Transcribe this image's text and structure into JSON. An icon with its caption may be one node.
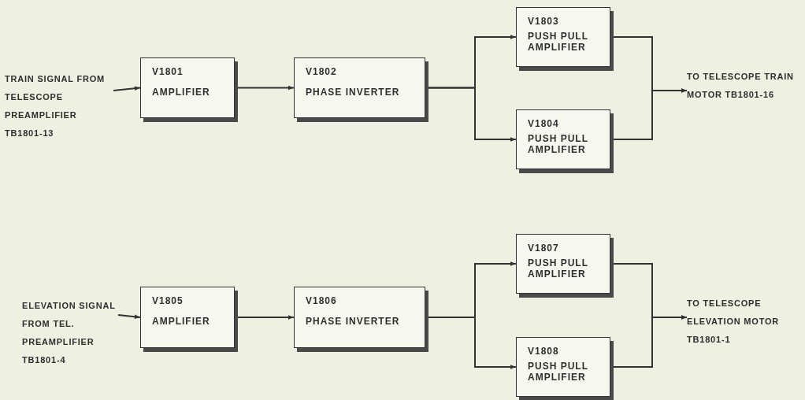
{
  "diagram": {
    "nodes": [
      {
        "text": [
          "TRAIN SIGNAL FROM TELESCOPE PREAMPLIFIER TB1801-13"
        ]
      },
      {
        "text": [
          "V1801",
          "AMPLIFIER"
        ]
      },
      {
        "text": [
          "V1802",
          "PHASE INVERTER"
        ]
      },
      {
        "text": [
          "V1803",
          "PUSH PULL AMPLIFIER"
        ]
      },
      {
        "text": [
          "V1804",
          "PUSH PULL AMPLIFIER"
        ]
      },
      {
        "text": [
          "TO TELESCOPE TRAIN MOTOR TB1801-16"
        ]
      },
      {
        "text": [
          "ELEVATION SIGNAL FROM TEL. PREAMPLIFIER TB1801-4"
        ]
      },
      {
        "text": [
          "V1805",
          "AMPLIFIER"
        ]
      },
      {
        "text": [
          "V1806",
          "PHASE INVERTER"
        ]
      },
      {
        "text": [
          "V1807",
          "PUSH PULL AMPLIFIER"
        ]
      },
      {
        "text": [
          "V1808",
          "PUSH PULL AMPLIFIER"
        ]
      },
      {
        "text": [
          "TO TELESCOPE ELEVATION MOTOR TB1801-1"
        ]
      }
    ],
    "edges": [
      {
        "from": 0,
        "to": 1,
        "arrow": "to"
      },
      {
        "from": 1,
        "to": 2,
        "arrow": "to"
      },
      {
        "from": 2,
        "to": 3,
        "arrow": "to"
      },
      {
        "from": 2,
        "to": 4,
        "arrow": "to"
      },
      {
        "from": 3,
        "to": 5,
        "arrow": "to"
      },
      {
        "from": 4,
        "to": 5,
        "arrow": "to"
      },
      {
        "from": 6,
        "to": 7,
        "arrow": "to"
      },
      {
        "from": 7,
        "to": 8,
        "arrow": "to"
      },
      {
        "from": 8,
        "to": 9,
        "arrow": "to"
      },
      {
        "from": 8,
        "to": 10,
        "arrow": "to"
      },
      {
        "from": 9,
        "to": 11,
        "arrow": "to"
      },
      {
        "from": 10,
        "to": 11,
        "arrow": "to"
      }
    ]
  }
}
